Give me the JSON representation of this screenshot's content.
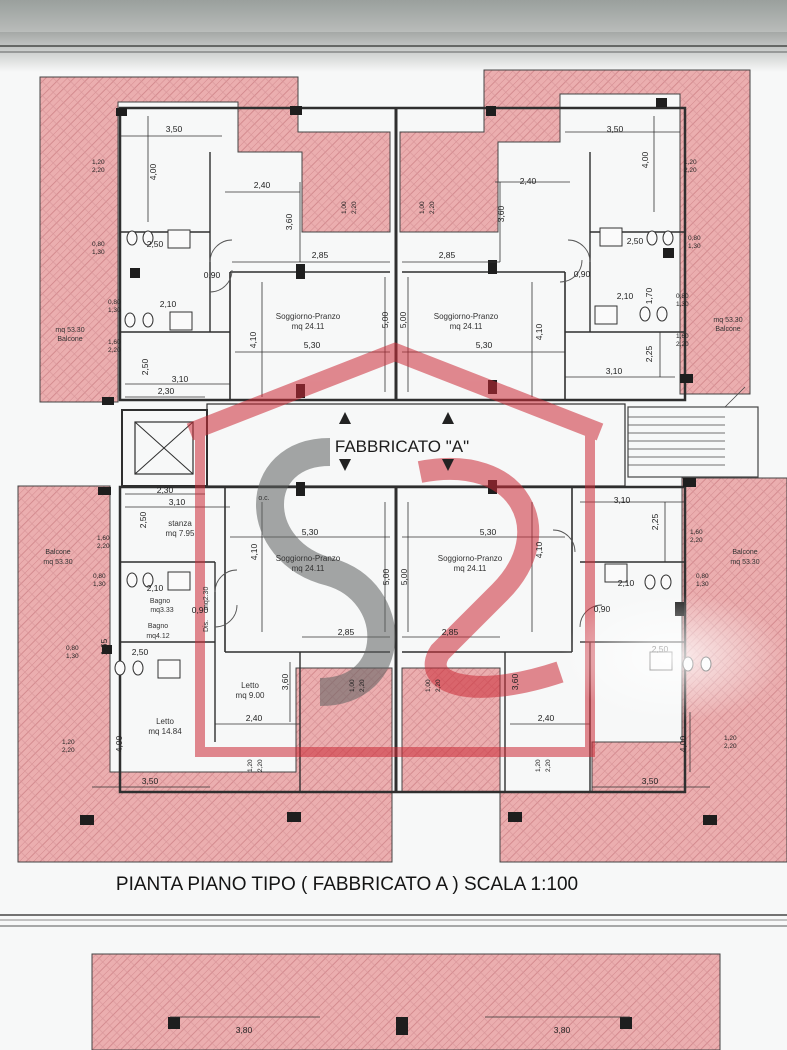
{
  "title": "PIANTA PIANO  TIPO ( FABBRICATO A ) SCALA 1:100",
  "building_label": "FABBRICATO \"A\"",
  "colors": {
    "hatch": "#e9a9aa",
    "hatch_line": "#c9777c",
    "wall": "#333333",
    "watermark": "#cc2a36",
    "watermark_gray": "#777b7a"
  },
  "labels": {
    "balcone": "Balcone",
    "balcone_area": "mq 53.30",
    "soggiorno": "Soggiorno-Pranzo",
    "soggiorno_area": "mq 24.11",
    "stanza": "stanza",
    "stanza_area": "mq 7.95",
    "bagno": "Bagno",
    "bagno_area1": "mq3.33",
    "bagno_area2": "mq4.12",
    "letto": "Letto",
    "letto_area1": "mq 9.00",
    "letto_area2": "mq 14.84",
    "dis": "Dis.",
    "dis_area": "mq2.30",
    "oc": "o.c."
  },
  "dims": {
    "d350": "3,50",
    "d400": "4,00",
    "d240": "2,40",
    "d360": "3,60",
    "d250": "2,50",
    "d210": "2,10",
    "d090": "0,90",
    "d285": "2,85",
    "d500": "5,00",
    "d410": "4,10",
    "d530": "5,30",
    "d310": "3,10",
    "d230": "2,30",
    "d225": "2,25",
    "d170": "1,70",
    "d165": "1,65",
    "d380": "3,80"
  },
  "windows": {
    "w120": "1,20",
    "w220": "2,20",
    "w080": "0,80",
    "w130": "1,30",
    "w160": "1,60",
    "w100": "1,00"
  }
}
